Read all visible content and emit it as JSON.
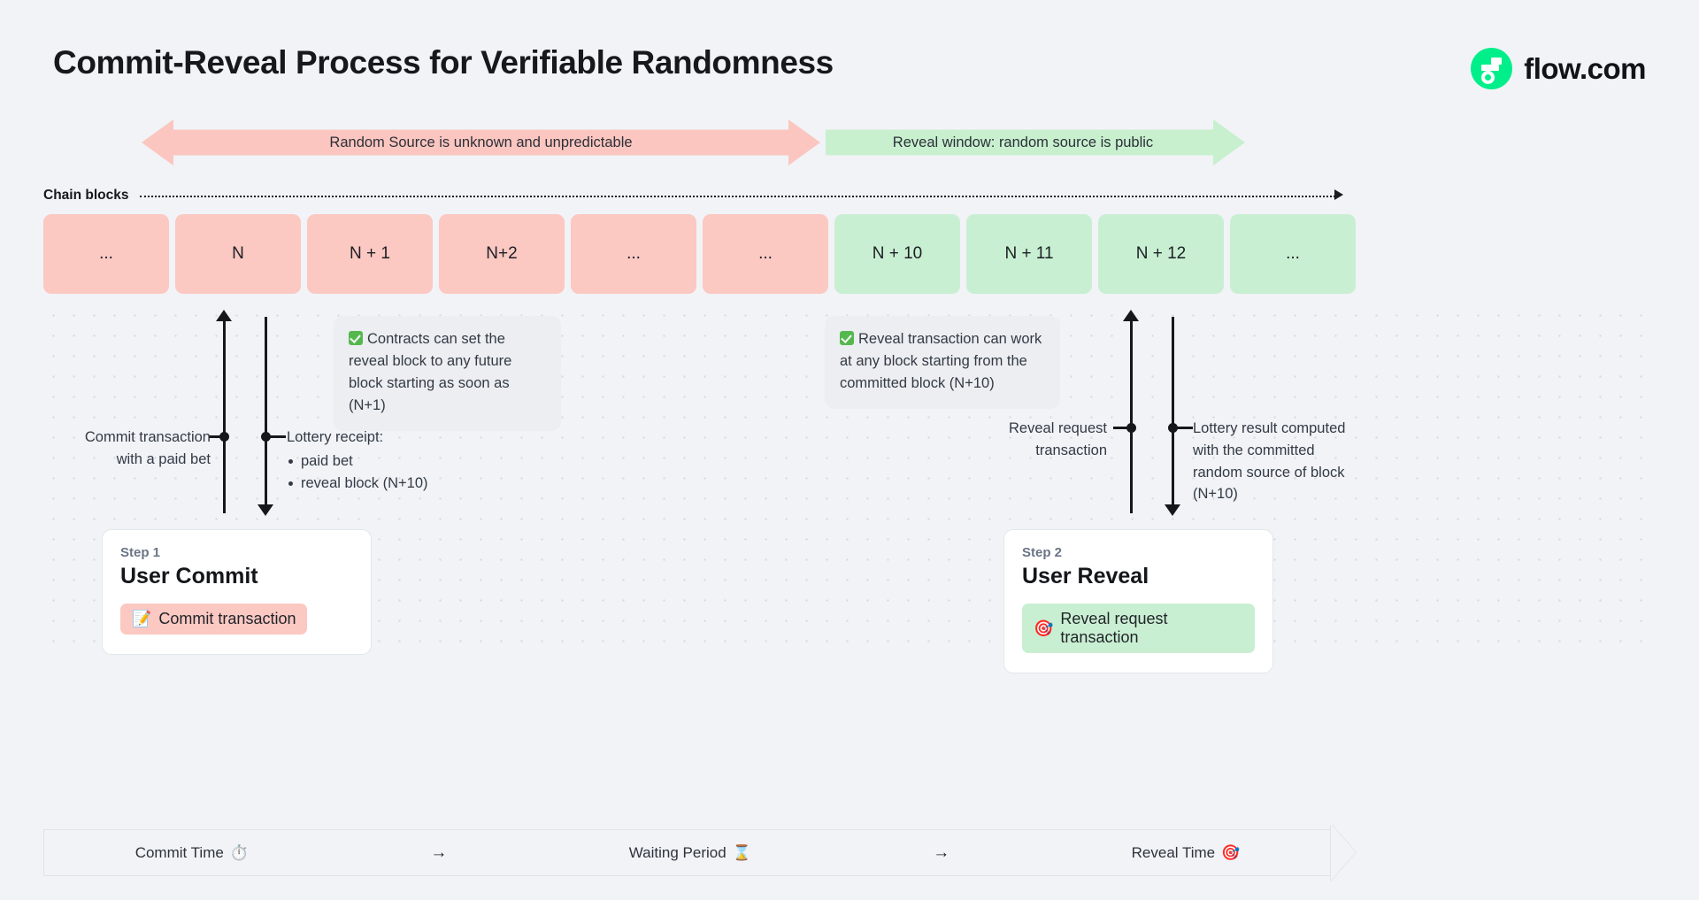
{
  "header": {
    "title": "Commit-Reveal Process for Verifiable Randomness",
    "brand_name": "flow.com",
    "brand_color": "#00ef8b"
  },
  "phases": [
    {
      "id": "unknown",
      "label": "Random Source is unknown and unpredictable",
      "color": "#fcc6c0",
      "shape": "double-arrow"
    },
    {
      "id": "reveal",
      "label": "Reveal window: random source is public",
      "color": "#c8f0cf",
      "shape": "right-arrow"
    }
  ],
  "chain": {
    "axis_label": "Chain blocks",
    "blocks": [
      {
        "label": "...",
        "state": "committed"
      },
      {
        "label": "N",
        "state": "committed"
      },
      {
        "label": "N + 1",
        "state": "committed"
      },
      {
        "label": "N+2",
        "state": "committed"
      },
      {
        "label": "...",
        "state": "committed"
      },
      {
        "label": "...",
        "state": "committed"
      },
      {
        "label": "N + 10",
        "state": "revealed"
      },
      {
        "label": "N + 11",
        "state": "revealed"
      },
      {
        "label": "N + 12",
        "state": "revealed"
      },
      {
        "label": "...",
        "state": "revealed"
      }
    ]
  },
  "callouts": [
    {
      "id": "contracts-reveal-block",
      "icon": "check-mark-icon",
      "text": "Contracts can set the reveal block to any future block starting as soon as (N+1)"
    },
    {
      "id": "reveal-any-block",
      "icon": "check-mark-icon",
      "text": "Reveal transaction can work at any block starting from the committed block (N+10)"
    }
  ],
  "annotations": {
    "commit_tx": "Commit transaction with a paid bet",
    "lottery_receipt_title": "Lottery receipt:",
    "lottery_receipt_items": [
      "paid bet",
      "reveal block (N+10)"
    ],
    "reveal_request": "Reveal request transaction",
    "lottery_result": "Lottery result computed with the committed random source of block (N+10)"
  },
  "steps": [
    {
      "kicker": "Step 1",
      "title": "User Commit",
      "pill_label": "Commit transaction",
      "pill_icon": "memo-icon",
      "pill_color": "#fbc8c2"
    },
    {
      "kicker": "Step 2",
      "title": "User Reveal",
      "pill_label": "Reveal request transaction",
      "pill_icon": "target-icon",
      "pill_color": "#c9efd2"
    }
  ],
  "timeline": {
    "segments": [
      {
        "label": "Commit Time",
        "icon": "stopwatch-icon",
        "glyph": "⏱️"
      },
      {
        "label": "Waiting Period",
        "icon": "hourglass-icon",
        "glyph": "⌛"
      },
      {
        "label": "Reveal Time",
        "icon": "target-icon",
        "glyph": "🎯"
      }
    ],
    "separator": "→"
  }
}
